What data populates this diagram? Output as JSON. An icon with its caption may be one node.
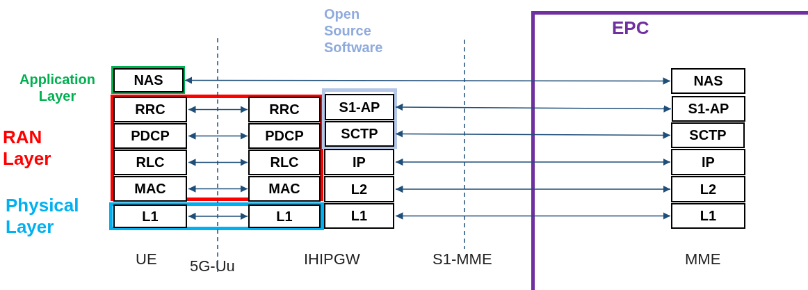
{
  "diagram": {
    "nodes": [
      {
        "text": [
          "Application Layer"
        ]
      },
      {
        "text": [
          "NAS"
        ],
        "in": 0
      },
      {
        "text": [
          "RAN Layer"
        ]
      },
      {
        "text": [
          "RRC"
        ],
        "in": 2
      },
      {
        "text": [
          "PDCP"
        ],
        "in": 2
      },
      {
        "text": [
          "RLC"
        ],
        "in": 2
      },
      {
        "text": [
          "MAC"
        ],
        "in": 2
      },
      {
        "text": [
          "RRC"
        ],
        "in": 2
      },
      {
        "text": [
          "PDCP"
        ],
        "in": 2
      },
      {
        "text": [
          "RLC"
        ],
        "in": 2
      },
      {
        "text": [
          "MAC"
        ],
        "in": 2
      },
      {
        "text": [
          "Physical Layer"
        ]
      },
      {
        "text": [
          "L1"
        ],
        "in": 11
      },
      {
        "text": [
          "L1"
        ],
        "in": 11
      },
      {
        "text": [
          "Open Source Software"
        ]
      },
      {
        "text": [
          "S1-AP"
        ],
        "in": 14
      },
      {
        "text": [
          "SCTP"
        ],
        "in": 14
      },
      {
        "text": [
          "IP"
        ]
      },
      {
        "text": [
          "L2"
        ]
      },
      {
        "text": [
          "L1"
        ]
      },
      {
        "text": [
          "EPC"
        ]
      },
      {
        "text": [
          "NAS"
        ],
        "in": 20
      },
      {
        "text": [
          "S1-AP"
        ],
        "in": 20
      },
      {
        "text": [
          "SCTP"
        ],
        "in": 20
      },
      {
        "text": [
          "IP"
        ],
        "in": 20
      },
      {
        "text": [
          "L2"
        ],
        "in": 20
      },
      {
        "text": [
          "L1"
        ],
        "in": 20
      }
    ],
    "edges": [
      {
        "from": 1,
        "to": 21,
        "arrow": "both"
      },
      {
        "from": 3,
        "to": 7,
        "arrow": "both"
      },
      {
        "from": 4,
        "to": 8,
        "arrow": "both"
      },
      {
        "from": 5,
        "to": 9,
        "arrow": "both"
      },
      {
        "from": 6,
        "to": 10,
        "arrow": "both"
      },
      {
        "from": 12,
        "to": 13,
        "arrow": "both"
      },
      {
        "from": 15,
        "to": 22,
        "arrow": "both"
      },
      {
        "from": 16,
        "to": 23,
        "arrow": "both"
      },
      {
        "from": 17,
        "to": 24,
        "arrow": "both"
      },
      {
        "from": 18,
        "to": 25,
        "arrow": "both"
      },
      {
        "from": 19,
        "to": 26,
        "arrow": "both"
      }
    ],
    "labels": [
      "UE",
      "5G-Uu",
      "IHIPGW",
      "S1-MME",
      "MME"
    ]
  }
}
